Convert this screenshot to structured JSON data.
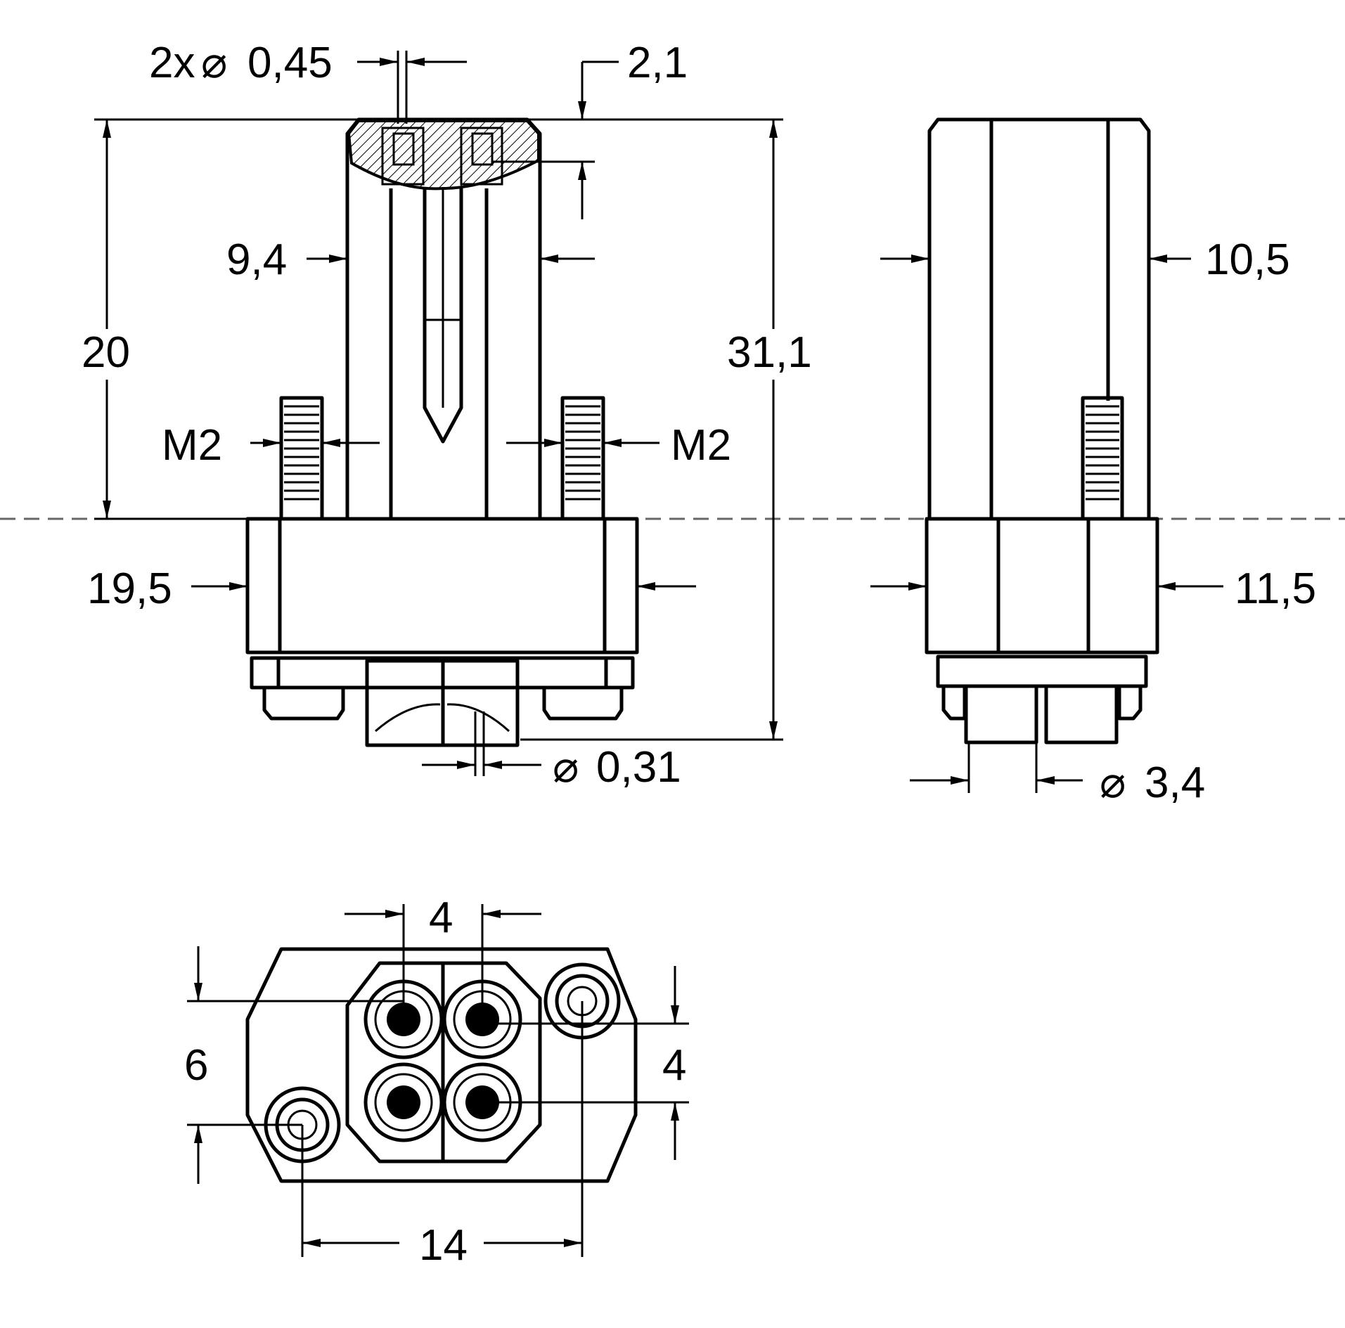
{
  "dimensions": {
    "pin_diameter": "2x",
    "pin_diameter_value": "0,45",
    "top_offset": "2,1",
    "body_width_front": "9,4",
    "height_body": "20",
    "height_total": "31,1",
    "thread_left": "M2",
    "thread_right": "M2",
    "flange_width_front": "19,5",
    "contact_diameter": "0,31",
    "body_width_side": "10,5",
    "flange_width_side": "11,5",
    "pin_diameter_side": "3,4",
    "pitch_top": "4",
    "pitch_vertical_left": "6",
    "pitch_vertical_right": "4",
    "mount_hole_distance": "14"
  },
  "symbols": {
    "diameter": "⌀"
  }
}
